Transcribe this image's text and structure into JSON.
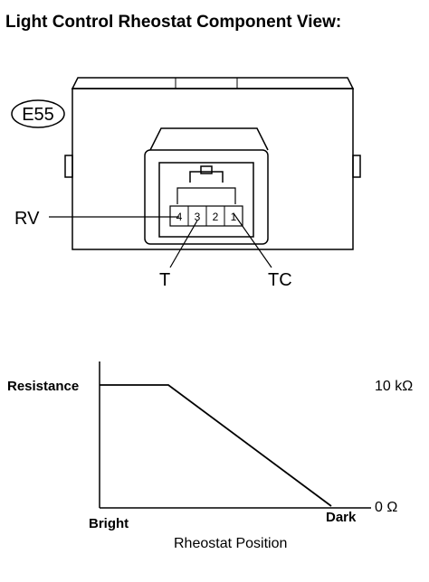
{
  "title": "Light Control Rheostat Component View:",
  "connector": {
    "id": "E55",
    "pins": [
      "4",
      "3",
      "2",
      "1"
    ],
    "labels": {
      "rv": "RV",
      "t": "T",
      "tc": "TC"
    }
  },
  "graph": {
    "y_axis_label": "Resistance",
    "y_max_label": "10 kΩ",
    "y_min_label": "0 Ω",
    "x_start_label": "Bright",
    "x_end_label": "Dark",
    "x_axis_title": "Rheostat Position"
  }
}
